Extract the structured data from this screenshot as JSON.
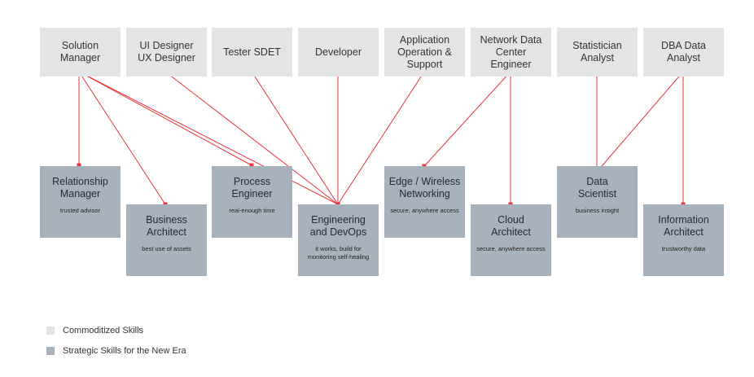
{
  "top_roles": [
    {
      "label": "Solution Manager"
    },
    {
      "label": "UI Designer\nUX Designer"
    },
    {
      "label": "Tester SDET"
    },
    {
      "label": "Developer"
    },
    {
      "label": "Application\nOperation &\nSupport"
    },
    {
      "label": "Network Data\nCenter Engineer"
    },
    {
      "label": "Statistician\nAnalyst"
    },
    {
      "label": "DBA Data\nAnalyst"
    }
  ],
  "bottom_roles": [
    {
      "title": "Relationship\nManager",
      "desc": "trusted advisor"
    },
    {
      "title": "Business\nArchitect",
      "desc": "best use of assets"
    },
    {
      "title": "Process\nEngineer",
      "desc": "real-enough time"
    },
    {
      "title": "Engineering\nand DevOps",
      "desc": "it works, build for\nmonitoring self-healing"
    },
    {
      "title": "Edge / Wireless\nNetworking",
      "desc": "secure, anywhere access"
    },
    {
      "title": "Cloud\nArchitect",
      "desc": "secure, anywhere access"
    },
    {
      "title": "Data\nScientist",
      "desc": "business insight"
    },
    {
      "title": "Information\nArchitect",
      "desc": "trustworthy data"
    }
  ],
  "legend": {
    "commodity": "Commoditized Skills",
    "strategic": "Strategic Skills for the New Era"
  },
  "colors": {
    "commodity": "#e3e4e6",
    "strategic": "#a7b2bc",
    "connector": "#e8333a"
  }
}
